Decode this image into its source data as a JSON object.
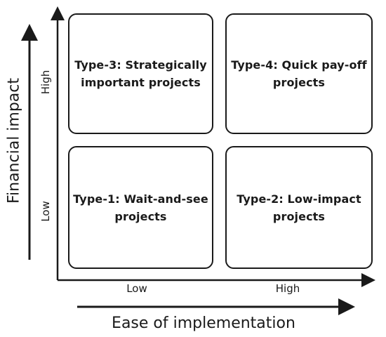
{
  "quadrants": {
    "top_left": "Type-3: Strategically important projects",
    "top_right": "Type-4: Quick pay-off projects",
    "bottom_left": "Type-1: Wait-and-see projects",
    "bottom_right": "Type-2: Low-impact projects"
  },
  "x_axis": {
    "title": "Ease of implementation",
    "tick_low": "Low",
    "tick_high": "High"
  },
  "y_axis": {
    "title": "Financial impact",
    "tick_low": "Low",
    "tick_high": "High"
  }
}
